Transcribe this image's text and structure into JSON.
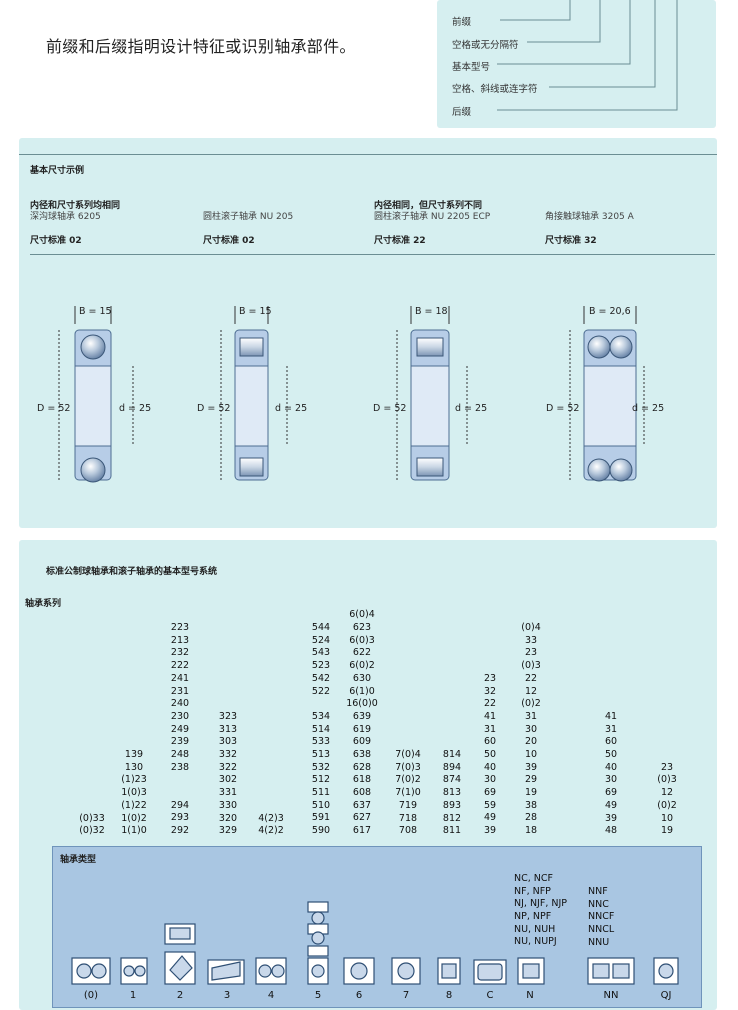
{
  "intro": "前缀和后缀指明设计特征或识别轴承部件。",
  "legend": [
    "前缀",
    "空格或无分隔符",
    "基本型号",
    "空格、斜线或连字符",
    "后缀"
  ],
  "examples": {
    "title": "基本尺寸示例",
    "group1_title": "内径和尺寸系列均相同",
    "group2_title": "内径相同，但尺寸系列不同",
    "bearings": [
      {
        "name": "深沟球轴承 6205",
        "standard": "尺寸标准 02",
        "B": "B = 15",
        "D": "D = 52",
        "d": "d = 25"
      },
      {
        "name": "圆柱滚子轴承 NU 205",
        "standard": "尺寸标准 02",
        "B": "B = 15",
        "D": "D = 52",
        "d": "d = 25"
      },
      {
        "name": "圆柱滚子轴承 NU 2205 ECP",
        "standard": "尺寸标准 22",
        "B": "B = 18",
        "D": "D = 52",
        "d": "d = 25"
      },
      {
        "name": "角接触球轴承 3205 A",
        "standard": "尺寸标准 32",
        "B": "B = 20,6",
        "D": "D = 52",
        "d": "d = 25"
      }
    ]
  },
  "system": {
    "title": "标准公制球轴承和滚子轴承的基本型号系统",
    "series_label": "轴承系列",
    "type_label": "轴承类型",
    "columns": [
      [
        "(0)33",
        "(0)32"
      ],
      [
        "139",
        "130",
        "(1)23",
        "1(0)3",
        "(1)22",
        "1(0)2",
        "1(1)0"
      ],
      [
        "223",
        "213",
        "232",
        "222",
        "241",
        "231",
        "240",
        "230",
        "249",
        "239",
        "248",
        "238",
        "",
        "",
        "294",
        "293",
        "292"
      ],
      [
        "323",
        "313",
        "303",
        "332",
        "322",
        "302",
        "331",
        "330",
        "320",
        "329"
      ],
      [
        "4(2)3",
        "4(2)2"
      ],
      [
        "544",
        "524",
        "543",
        "523",
        "542",
        "522",
        "",
        "534",
        "514",
        "533",
        "513",
        "532",
        "512",
        "511",
        "510",
        "591",
        "590"
      ],
      [
        "6(0)4",
        "623",
        "6(0)3",
        "622",
        "6(0)2",
        "630",
        "6(1)0",
        "16(0)0",
        "639",
        "619",
        "609",
        "638",
        "628",
        "618",
        "608",
        "637",
        "627",
        "617"
      ],
      [
        "7(0)4",
        "7(0)3",
        "7(0)2",
        "7(1)0",
        "719",
        "718",
        "708"
      ],
      [
        "814",
        "894",
        "874",
        "813",
        "893",
        "812",
        "811"
      ],
      [
        "23",
        "32",
        "22",
        "41",
        "31",
        "60",
        "50",
        "40",
        "30",
        "69",
        "59",
        "49",
        "39"
      ],
      [
        "(0)4",
        "33",
        "23",
        "(0)3",
        "22",
        "12",
        "(0)2",
        "31",
        "30",
        "20",
        "10",
        "39",
        "29",
        "19",
        "38",
        "28",
        "18"
      ],
      [
        "41",
        "31",
        "60",
        "50",
        "40",
        "30",
        "69",
        "49",
        "39",
        "48"
      ],
      [
        "23",
        "(0)3",
        "12",
        "(0)2",
        "10",
        "19"
      ]
    ],
    "n_types": [
      "NC, NCF",
      "NF, NFP",
      "NJ, NJF, NJP",
      "NP, NPF",
      "NU, NUH",
      "NU, NUPJ"
    ],
    "nn_types": [
      "NNF",
      "NNC",
      "NNCF",
      "NNCL",
      "NNU"
    ],
    "type_codes": [
      "(0)",
      "1",
      "2",
      "3",
      "4",
      "5",
      "6",
      "7",
      "8",
      "C",
      "N",
      "NN",
      "QJ"
    ]
  }
}
